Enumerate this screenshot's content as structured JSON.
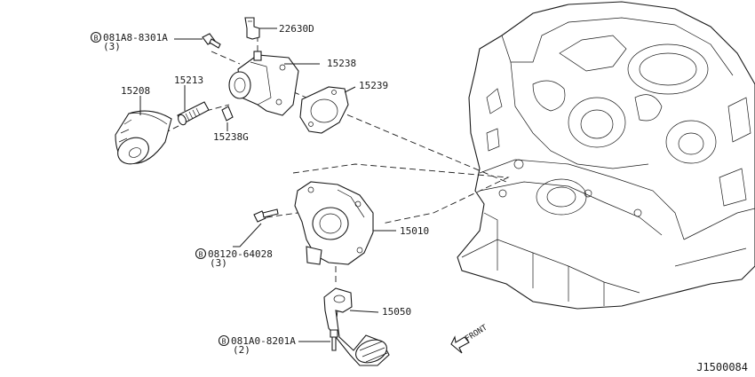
{
  "labels": {
    "bolt_top_code": "081A8-8301A",
    "bolt_top_qty": "(3)",
    "sensor": "22630D",
    "adapter": "15238",
    "filter": "15208",
    "stud": "15213",
    "gasket": "15239",
    "pin": "15238G",
    "pump": "15010",
    "bolt_mid_code": "08120-64028",
    "bolt_mid_qty": "(3)",
    "strainer": "15050",
    "bolt_low_code": "081A0-8201A",
    "bolt_low_qty": "(2)",
    "front": "FRONT",
    "diagram_id": "J1500084"
  },
  "markers": {
    "bolt_top_symbol": "B",
    "bolt_mid_symbol": "B",
    "bolt_low_symbol": "B"
  }
}
